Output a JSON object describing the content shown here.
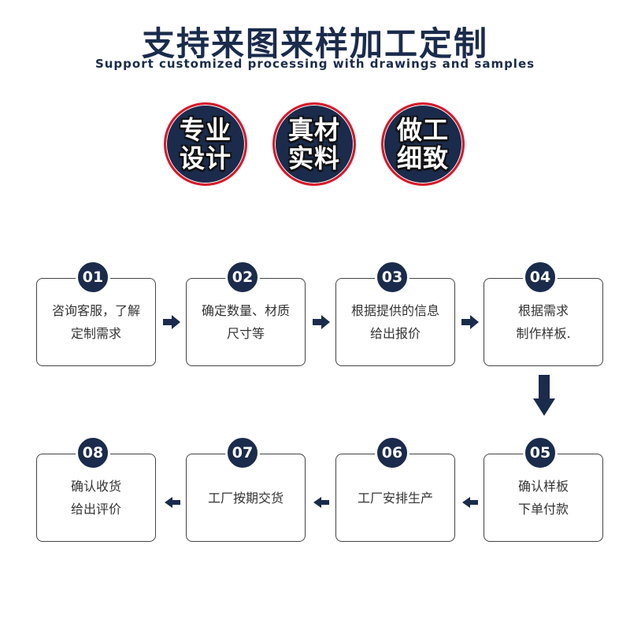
{
  "header": {
    "title": "支持来图来样加工定制",
    "subtitle": "Support customized processing with drawings and samples"
  },
  "badges": [
    {
      "line1": "专业",
      "line2": "设计"
    },
    {
      "line1": "真材",
      "line2": "实料"
    },
    {
      "line1": "做工",
      "line2": "细致"
    }
  ],
  "steps": [
    {
      "num": "01",
      "line1": "咨询客服，了解",
      "line2": "定制需求"
    },
    {
      "num": "02",
      "line1": "确定数量、材质",
      "line2": "尺寸等"
    },
    {
      "num": "03",
      "line1": "根据提供的信息",
      "line2": "给出报价"
    },
    {
      "num": "04",
      "line1": "根据需求",
      "line2": "制作样板."
    },
    {
      "num": "05",
      "line1": "确认样板",
      "line2": "下单付款"
    },
    {
      "num": "06",
      "line1": "工厂安排生产",
      "line2": ""
    },
    {
      "num": "07",
      "line1": "工厂按期交货",
      "line2": ""
    },
    {
      "num": "08",
      "line1": "确认收货",
      "line2": "给出评价"
    }
  ],
  "colors": {
    "navy": "#1a2b4c",
    "red": "#d7192a",
    "arrow": "#1a2b4c"
  },
  "icons": [
    "arrow-right-icon",
    "arrow-down-icon",
    "arrow-left-icon"
  ]
}
